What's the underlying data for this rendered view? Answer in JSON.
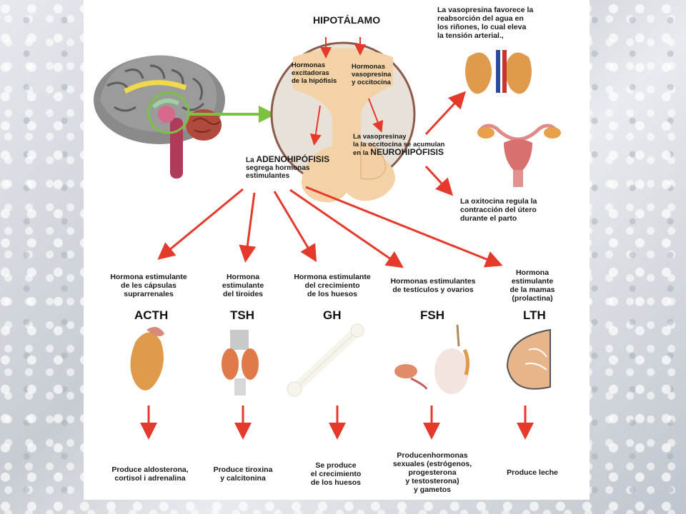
{
  "hypothalamus_title": "HIPOTÁLAMO",
  "labels": {
    "excitatory": "Hormonas\nexcitadoras\nde la hipófisis",
    "vasopressin": "Hormonas\nvasopresina\ny occitocina",
    "accumulate_pre": "La vasopresinay\nla la occitocina se acumulan\nen la ",
    "neuro": "NEUROHIPÓFISIS",
    "adeno_pre": "La ",
    "adeno": "ADENOHIPÓFISIS",
    "adeno_post": "\nsegrega hormonas\nestimulantes",
    "vaso_effect": "La vasopresina favorece la\nreabsorción del agua en\nlos riñones, lo cual eleva\nla tensión arterial.,",
    "oxy_effect": "La oxitocina regula la\ncontracción  del útero\ndurante el parto"
  },
  "hormones": [
    {
      "desc": "Hormona estimulante\nde les cápsulas\nsuprarrenales",
      "code": "ACTH",
      "effect": "Produce aldosterona,\ncortisol i adrenalina",
      "organ": "adrenal-gland"
    },
    {
      "desc": "Hormona\nestimulante\ndel tiroides",
      "code": "TSH",
      "effect": "Produce tiroxina\ny calcitonina",
      "organ": "thyroid"
    },
    {
      "desc": "Hormona estimulante\ndel crecimiento\nde los huesos",
      "code": "GH",
      "effect": "Se produce\nel crecimiento\nde los huesos",
      "organ": "bone"
    },
    {
      "desc": "Hormonas estimulantes\nde testículos y ovarios",
      "code": "FSH",
      "effect": "Producenhormonas\nsexuales (estrógenos,\nprogesterona\ny testosterona)\ny gametos",
      "organ": "gonads"
    },
    {
      "desc": "Hormona\nestimulante\nde la mamas\n(prolactina)",
      "code": "LTH",
      "effect": "Produce leche",
      "organ": "breast"
    }
  ],
  "colors": {
    "arrow": "#e53a2b",
    "green_arrow": "#7bc142",
    "pituitary": "#f3d2a6",
    "circle": "#e8e1d8"
  }
}
